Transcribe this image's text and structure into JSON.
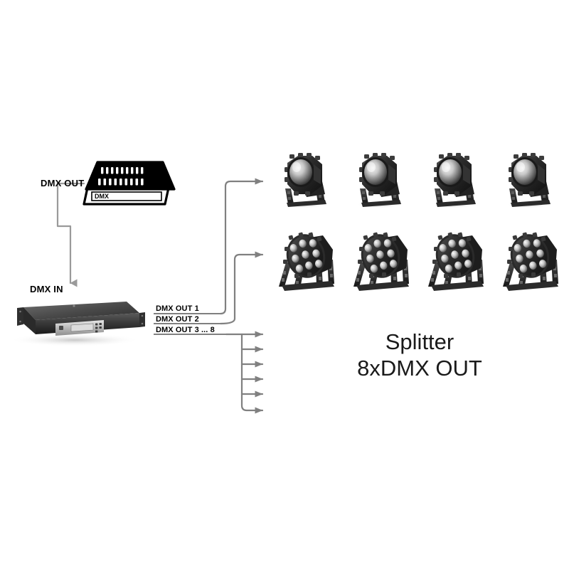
{
  "diagram": {
    "title_lines": [
      "Splitter",
      "8xDMX OUT"
    ],
    "colors": {
      "background": "#ffffff",
      "connector_line": "#808080",
      "text": "#000000",
      "device_dark": "#1b1b1b",
      "device_panel": "#c8c8c8"
    },
    "labels": {
      "dmx_out": "DMX OUT",
      "dmx_in": "DMX IN",
      "console_port": "DMX",
      "dmx_out_1": "DMX OUT 1",
      "dmx_out_2": "DMX OUT 2",
      "dmx_out_3_8": "DMX OUT 3 ... 8"
    },
    "devices": [
      {
        "name": "lighting-console",
        "type": "console",
        "port_label": "DMX"
      },
      {
        "name": "dmx-splitter",
        "type": "rack-unit-1u"
      }
    ],
    "fixtures": {
      "row_1": {
        "type": "par-can",
        "count": 4,
        "lens": "single"
      },
      "row_2": {
        "type": "led-par",
        "count": 4,
        "lens": "9-led-array"
      }
    },
    "connections": [
      {
        "from": "console-dmx-out",
        "to": "splitter-dmx-in",
        "label": "DMX OUT"
      },
      {
        "from": "splitter-out-1",
        "to": "fixture-row-1",
        "label": "DMX OUT 1"
      },
      {
        "from": "splitter-out-2",
        "to": "fixture-row-2",
        "label": "DMX OUT 2"
      },
      {
        "from": "splitter-out-3-8",
        "to": "additional-fixtures",
        "label": "DMX OUT 3 ... 8",
        "branch_count": 6
      }
    ]
  }
}
